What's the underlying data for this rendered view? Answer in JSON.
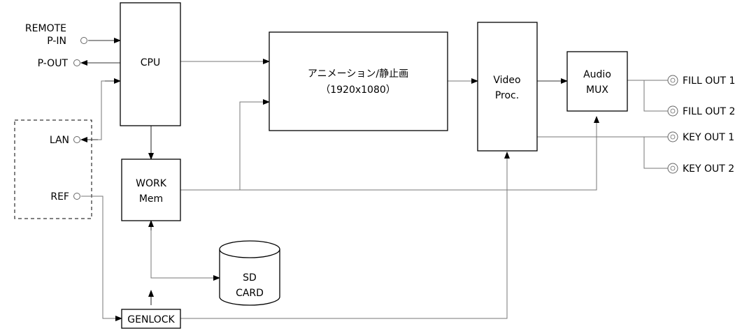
{
  "blocks": {
    "cpu": "CPU",
    "animation_line1": "アニメーション/静止画",
    "animation_line2": "（1920x1080）",
    "video_line1": "Video",
    "video_line2": "Proc.",
    "audio_line1": "Audio",
    "audio_line2": "MUX",
    "work_line1": "WORK",
    "work_line2": "Mem",
    "sd_line1": "SD",
    "sd_line2": "CARD",
    "genlock": "GENLOCK"
  },
  "inputs": {
    "remote_line1": "REMOTE",
    "remote_line2": "P-IN",
    "pout": "P-OUT",
    "lan": "LAN",
    "ref": "REF"
  },
  "outputs": {
    "fill1": "FILL OUT 1",
    "fill2": "FILL OUT 2",
    "key1": "KEY OUT 1",
    "key2": "KEY OUT 2"
  }
}
